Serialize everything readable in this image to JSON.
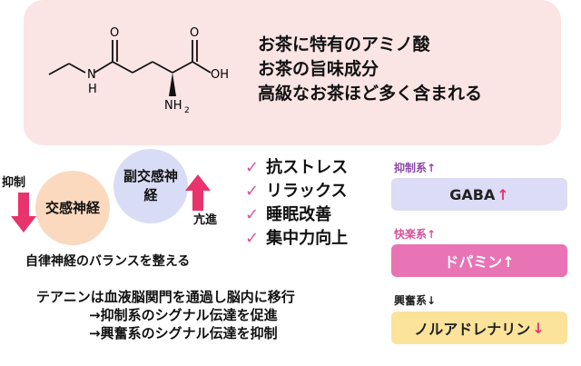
{
  "molecule": {
    "atoms": {
      "n_amide": "N",
      "h_amide": "H",
      "o_carbonyl1": "O",
      "o_carbonyl2": "O",
      "oh": "OH",
      "nh2": "NH",
      "nh2_sub": "2"
    }
  },
  "top_panel": {
    "lines": [
      "お茶に特有のアミノ酸",
      "お茶の旨味成分",
      "高級なお茶ほど多く含まれる"
    ]
  },
  "nervous": {
    "sympathetic": "交感神経",
    "parasympathetic": "副交感神経",
    "suppress_label": "抑制",
    "activate_label": "亢進",
    "balance_text": "自律神経のバランスを整える"
  },
  "benefits": {
    "check_symbol": "✓",
    "items": [
      "抗ストレス",
      "リラックス",
      "睡眠改善",
      "集中力向上"
    ]
  },
  "mechanism": {
    "lines": [
      "テアニンは血液脳関門を通過し脳内に移行",
      "→抑制系のシグナル伝達を促進",
      "→興奮系のシグナル伝達を抑制"
    ]
  },
  "systems": [
    {
      "label": "抑制系↑",
      "box": "GABA",
      "arrow": "↑",
      "label_color": "#8d4aa8",
      "box_color": "#dcdcf6",
      "box_text_color": "#222222"
    },
    {
      "label": "快楽系↑",
      "box": "ドパミン↑",
      "arrow": "",
      "label_color": "#d9529b",
      "box_color": "#e874b5",
      "box_text_color": "#ffffff"
    },
    {
      "label": "興奮系↓",
      "box": "ノルアドレナリン",
      "arrow": "↓",
      "label_color": "#222222",
      "box_color": "#fbe39a",
      "box_text_color": "#222222"
    }
  ],
  "colors": {
    "panel": "#fbe4e4",
    "arrow_pink": "#e8336c",
    "check": "#d9529b"
  }
}
